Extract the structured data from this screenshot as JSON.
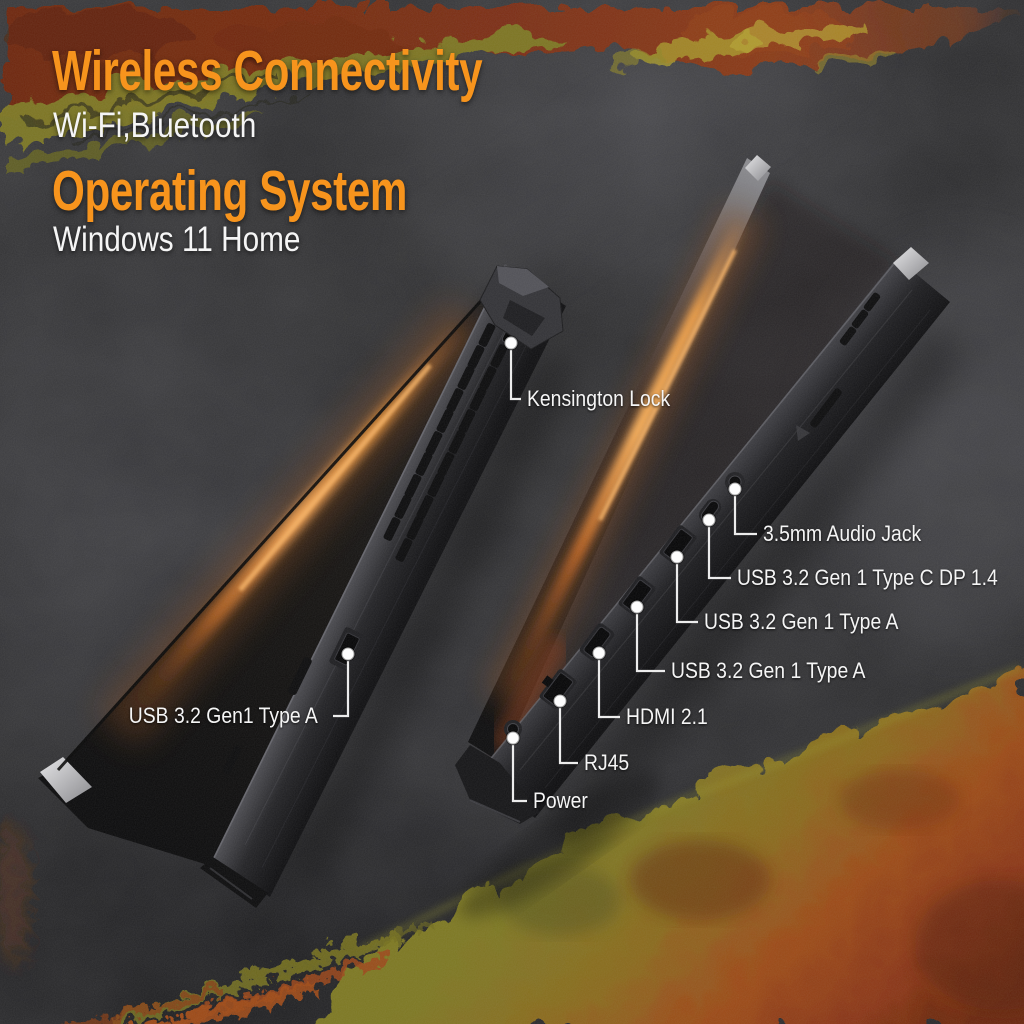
{
  "sections": [
    {
      "title": "Wireless Connectivity",
      "subtitle": "Wi-Fi,Bluetooth"
    },
    {
      "title": "Operating System",
      "subtitle": "Windows 11 Home"
    }
  ],
  "callouts": {
    "kensington_lock": {
      "label": "Kensington Lock"
    },
    "usb_left": {
      "label": "USB 3.2 Gen1 Type A"
    },
    "audio_jack": {
      "label": "3.5mm Audio Jack"
    },
    "usb_type_c": {
      "label": "USB 3.2 Gen 1 Type C DP 1.4"
    },
    "usb_type_a_1": {
      "label": "USB 3.2 Gen 1 Type A"
    },
    "usb_type_a_2": {
      "label": "USB 3.2 Gen 1 Type A"
    },
    "hdmi": {
      "label": "HDMI 2.1"
    },
    "rj45": {
      "label": "RJ45"
    },
    "power": {
      "label": "Power"
    }
  },
  "colors": {
    "accent_orange": "#F7941D",
    "text_white": "#F5F5F5",
    "glow_orange": "#E8953F",
    "grunge_olive": "#7D7822",
    "grunge_rust": "#9C4518",
    "grunge_red": "#7C2F12",
    "background_charcoal": "#2B2B2D"
  }
}
